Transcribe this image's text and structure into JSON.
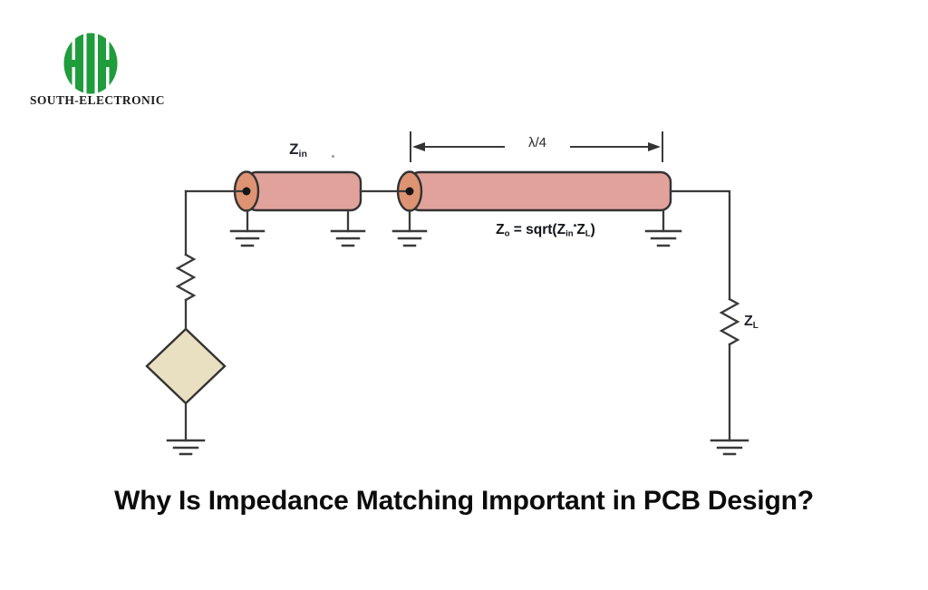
{
  "brand": {
    "name": "SOUTH-ELECTRONIC"
  },
  "title": "Why Is Impedance Matching Important in PCB Design?",
  "labels": {
    "zin_base": "Z",
    "zin_sub": "in",
    "lambda": "λ/4",
    "formula_p1": "Z",
    "formula_s1": "o",
    "formula_p2": " = sqrt(Z",
    "formula_s2": "in",
    "formula_star": "*",
    "formula_p3": "Z",
    "formula_s3": "L",
    "formula_p4": ")",
    "zl_base": "Z",
    "zl_sub": "L"
  },
  "colors": {
    "logo_green": "#1f9c3c",
    "tline_body": "#e2a29c",
    "tline_cap": "#de9372",
    "outline": "#333333",
    "wire": "#3a3a3a",
    "diamond_fill": "#e9dfc1",
    "label_text": "#1e222b"
  }
}
